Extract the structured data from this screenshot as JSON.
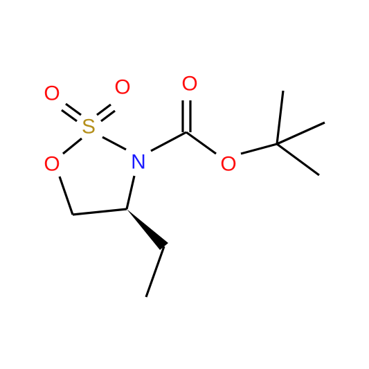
{
  "molecule": {
    "atoms": {
      "S": {
        "symbol": "S",
        "color": "#b5901c"
      },
      "N": {
        "symbol": "N",
        "color": "#1a1aff"
      },
      "O_ring": {
        "symbol": "O",
        "color": "#ff0d0d"
      },
      "O_sulfonyl_1": {
        "symbol": "O",
        "color": "#ff0d0d"
      },
      "O_sulfonyl_2": {
        "symbol": "O",
        "color": "#ff0d0d"
      },
      "O_carbonyl": {
        "symbol": "O",
        "color": "#ff0d0d"
      },
      "O_ester": {
        "symbol": "O",
        "color": "#ff0d0d"
      }
    },
    "bond_color": "#000000"
  }
}
